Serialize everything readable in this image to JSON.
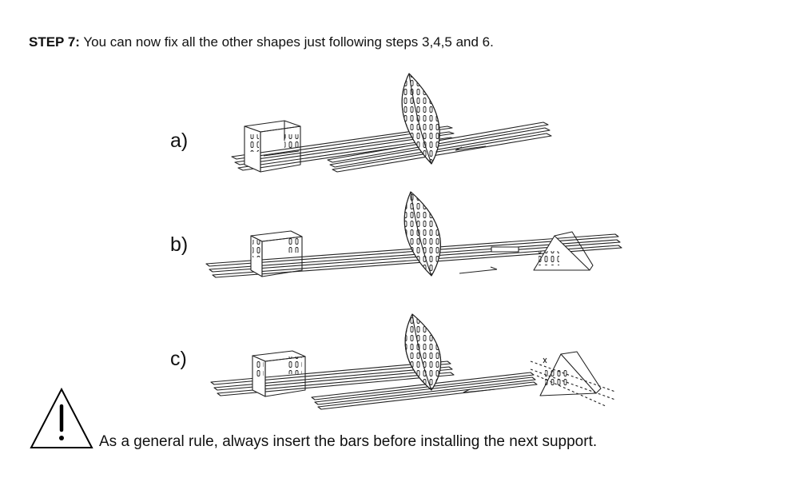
{
  "step": {
    "label": "STEP 7:",
    "text": " You can now fix all the other shapes just following steps  3,4,5 and 6."
  },
  "figures": [
    {
      "label": "a)"
    },
    {
      "label": "b)"
    },
    {
      "label": "c)"
    }
  ],
  "warning": {
    "icon": "warning-triangle-icon",
    "text": "As a general rule, always insert the bars before installing the next support."
  }
}
